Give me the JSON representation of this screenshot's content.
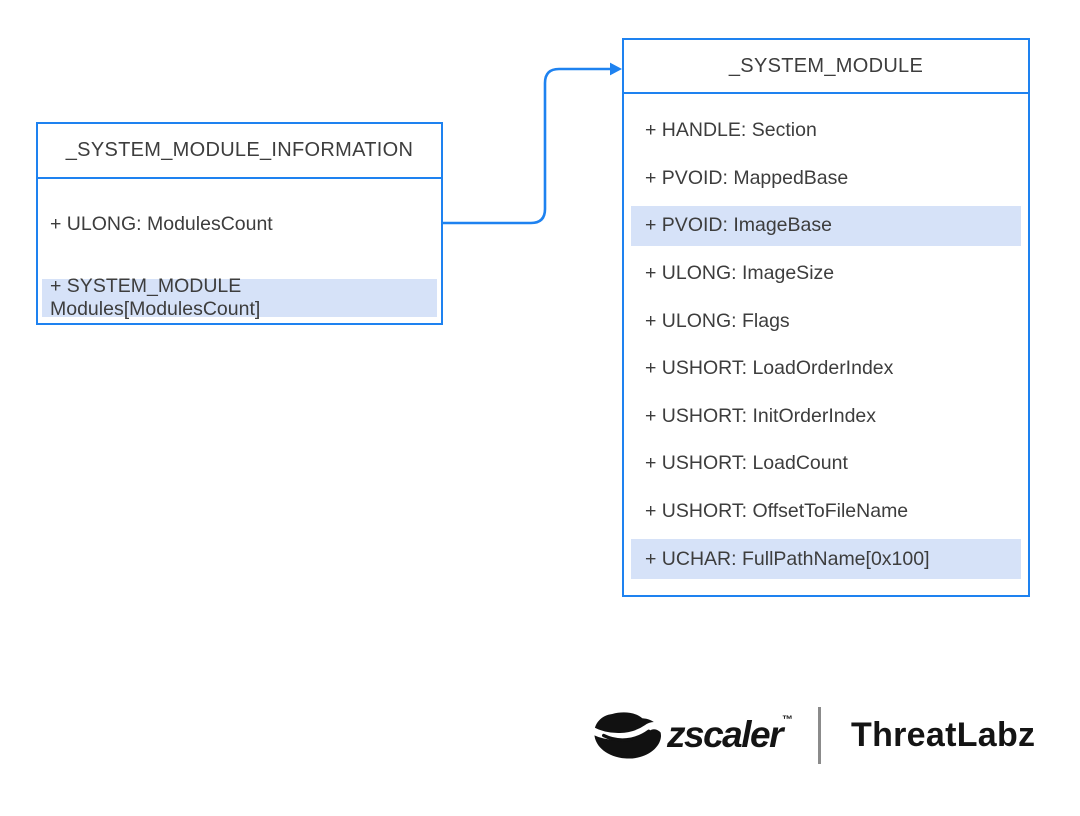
{
  "diagram": {
    "left_box": {
      "title": "_SYSTEM_MODULE_INFORMATION",
      "fields": [
        {
          "label": "+ ULONG: ModulesCount",
          "highlighted": false
        },
        {
          "label": "+ SYSTEM_MODULE Modules[ModulesCount]",
          "highlighted": true
        }
      ]
    },
    "right_box": {
      "title": "_SYSTEM_MODULE",
      "fields": [
        {
          "label": "+ HANDLE: Section",
          "highlighted": false
        },
        {
          "label": "+ PVOID: MappedBase",
          "highlighted": false
        },
        {
          "label": "+ PVOID: ImageBase",
          "highlighted": true
        },
        {
          "label": "+ ULONG: ImageSize",
          "highlighted": false
        },
        {
          "label": "+ ULONG: Flags",
          "highlighted": false
        },
        {
          "label": "+ USHORT: LoadOrderIndex",
          "highlighted": false
        },
        {
          "label": "+ USHORT: InitOrderIndex",
          "highlighted": false
        },
        {
          "label": "+ USHORT: LoadCount",
          "highlighted": false
        },
        {
          "label": "+ USHORT: OffsetToFileName",
          "highlighted": false
        },
        {
          "label": "+ UCHAR: FullPathName[0x100]",
          "highlighted": true
        }
      ]
    },
    "connector": {
      "from": "_SYSTEM_MODULE_INFORMATION",
      "to": "_SYSTEM_MODULE",
      "style": "elbow-arrow"
    }
  },
  "colors": {
    "accent_blue": "#1e82f0",
    "highlight_blue": "#d6e2f8",
    "text_dark": "#3d3d3d"
  },
  "branding": {
    "zscaler": "zscaler",
    "trademark": "™",
    "threatlabz": "ThreatLabz",
    "icon": "zscaler-cloud-swoosh-icon"
  }
}
